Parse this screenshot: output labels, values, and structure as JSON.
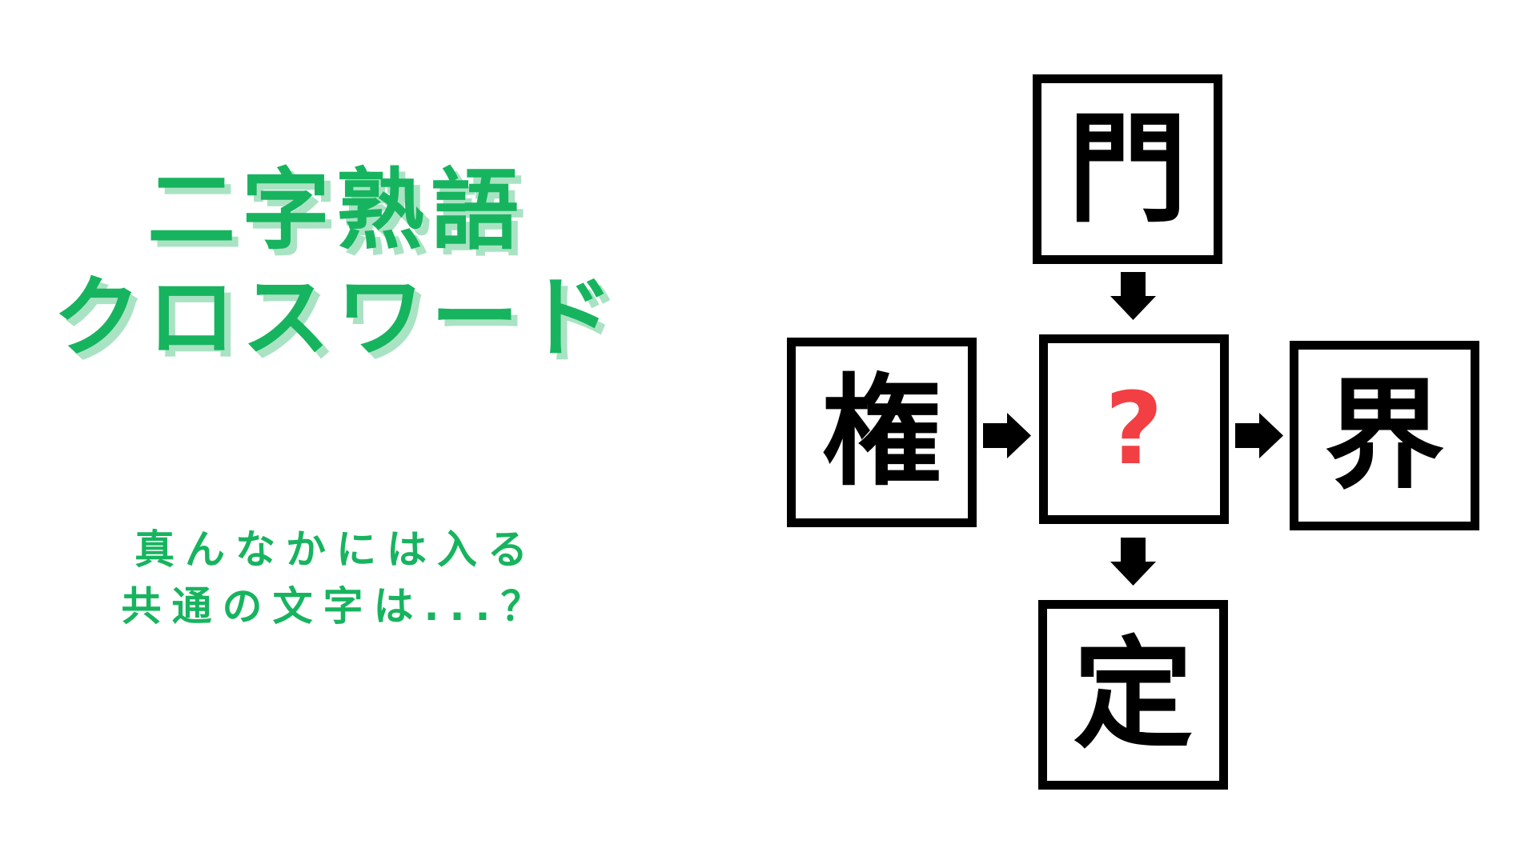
{
  "colors": {
    "green": "#17b45f",
    "green_light": "#a9e3c3",
    "question_red": "#f23f43",
    "box_border": "#000000",
    "background": "#ffffff"
  },
  "title": {
    "line1": "二字熟語",
    "line2": "クロスワード"
  },
  "subtitle": {
    "line1": "真んなかには入る",
    "line2": "共通の文字は...？"
  },
  "puzzle": {
    "top": {
      "char": "門"
    },
    "left": {
      "char": "権"
    },
    "center": {
      "char": "?"
    },
    "right": {
      "char": "界"
    },
    "bottom": {
      "char": "定"
    },
    "arrows": [
      {
        "icon": "arrow-down-icon",
        "from": "top",
        "to": "center"
      },
      {
        "icon": "arrow-right-icon",
        "from": "left",
        "to": "center"
      },
      {
        "icon": "arrow-right-icon",
        "from": "center",
        "to": "right"
      },
      {
        "icon": "arrow-down-icon",
        "from": "center",
        "to": "bottom"
      }
    ]
  }
}
